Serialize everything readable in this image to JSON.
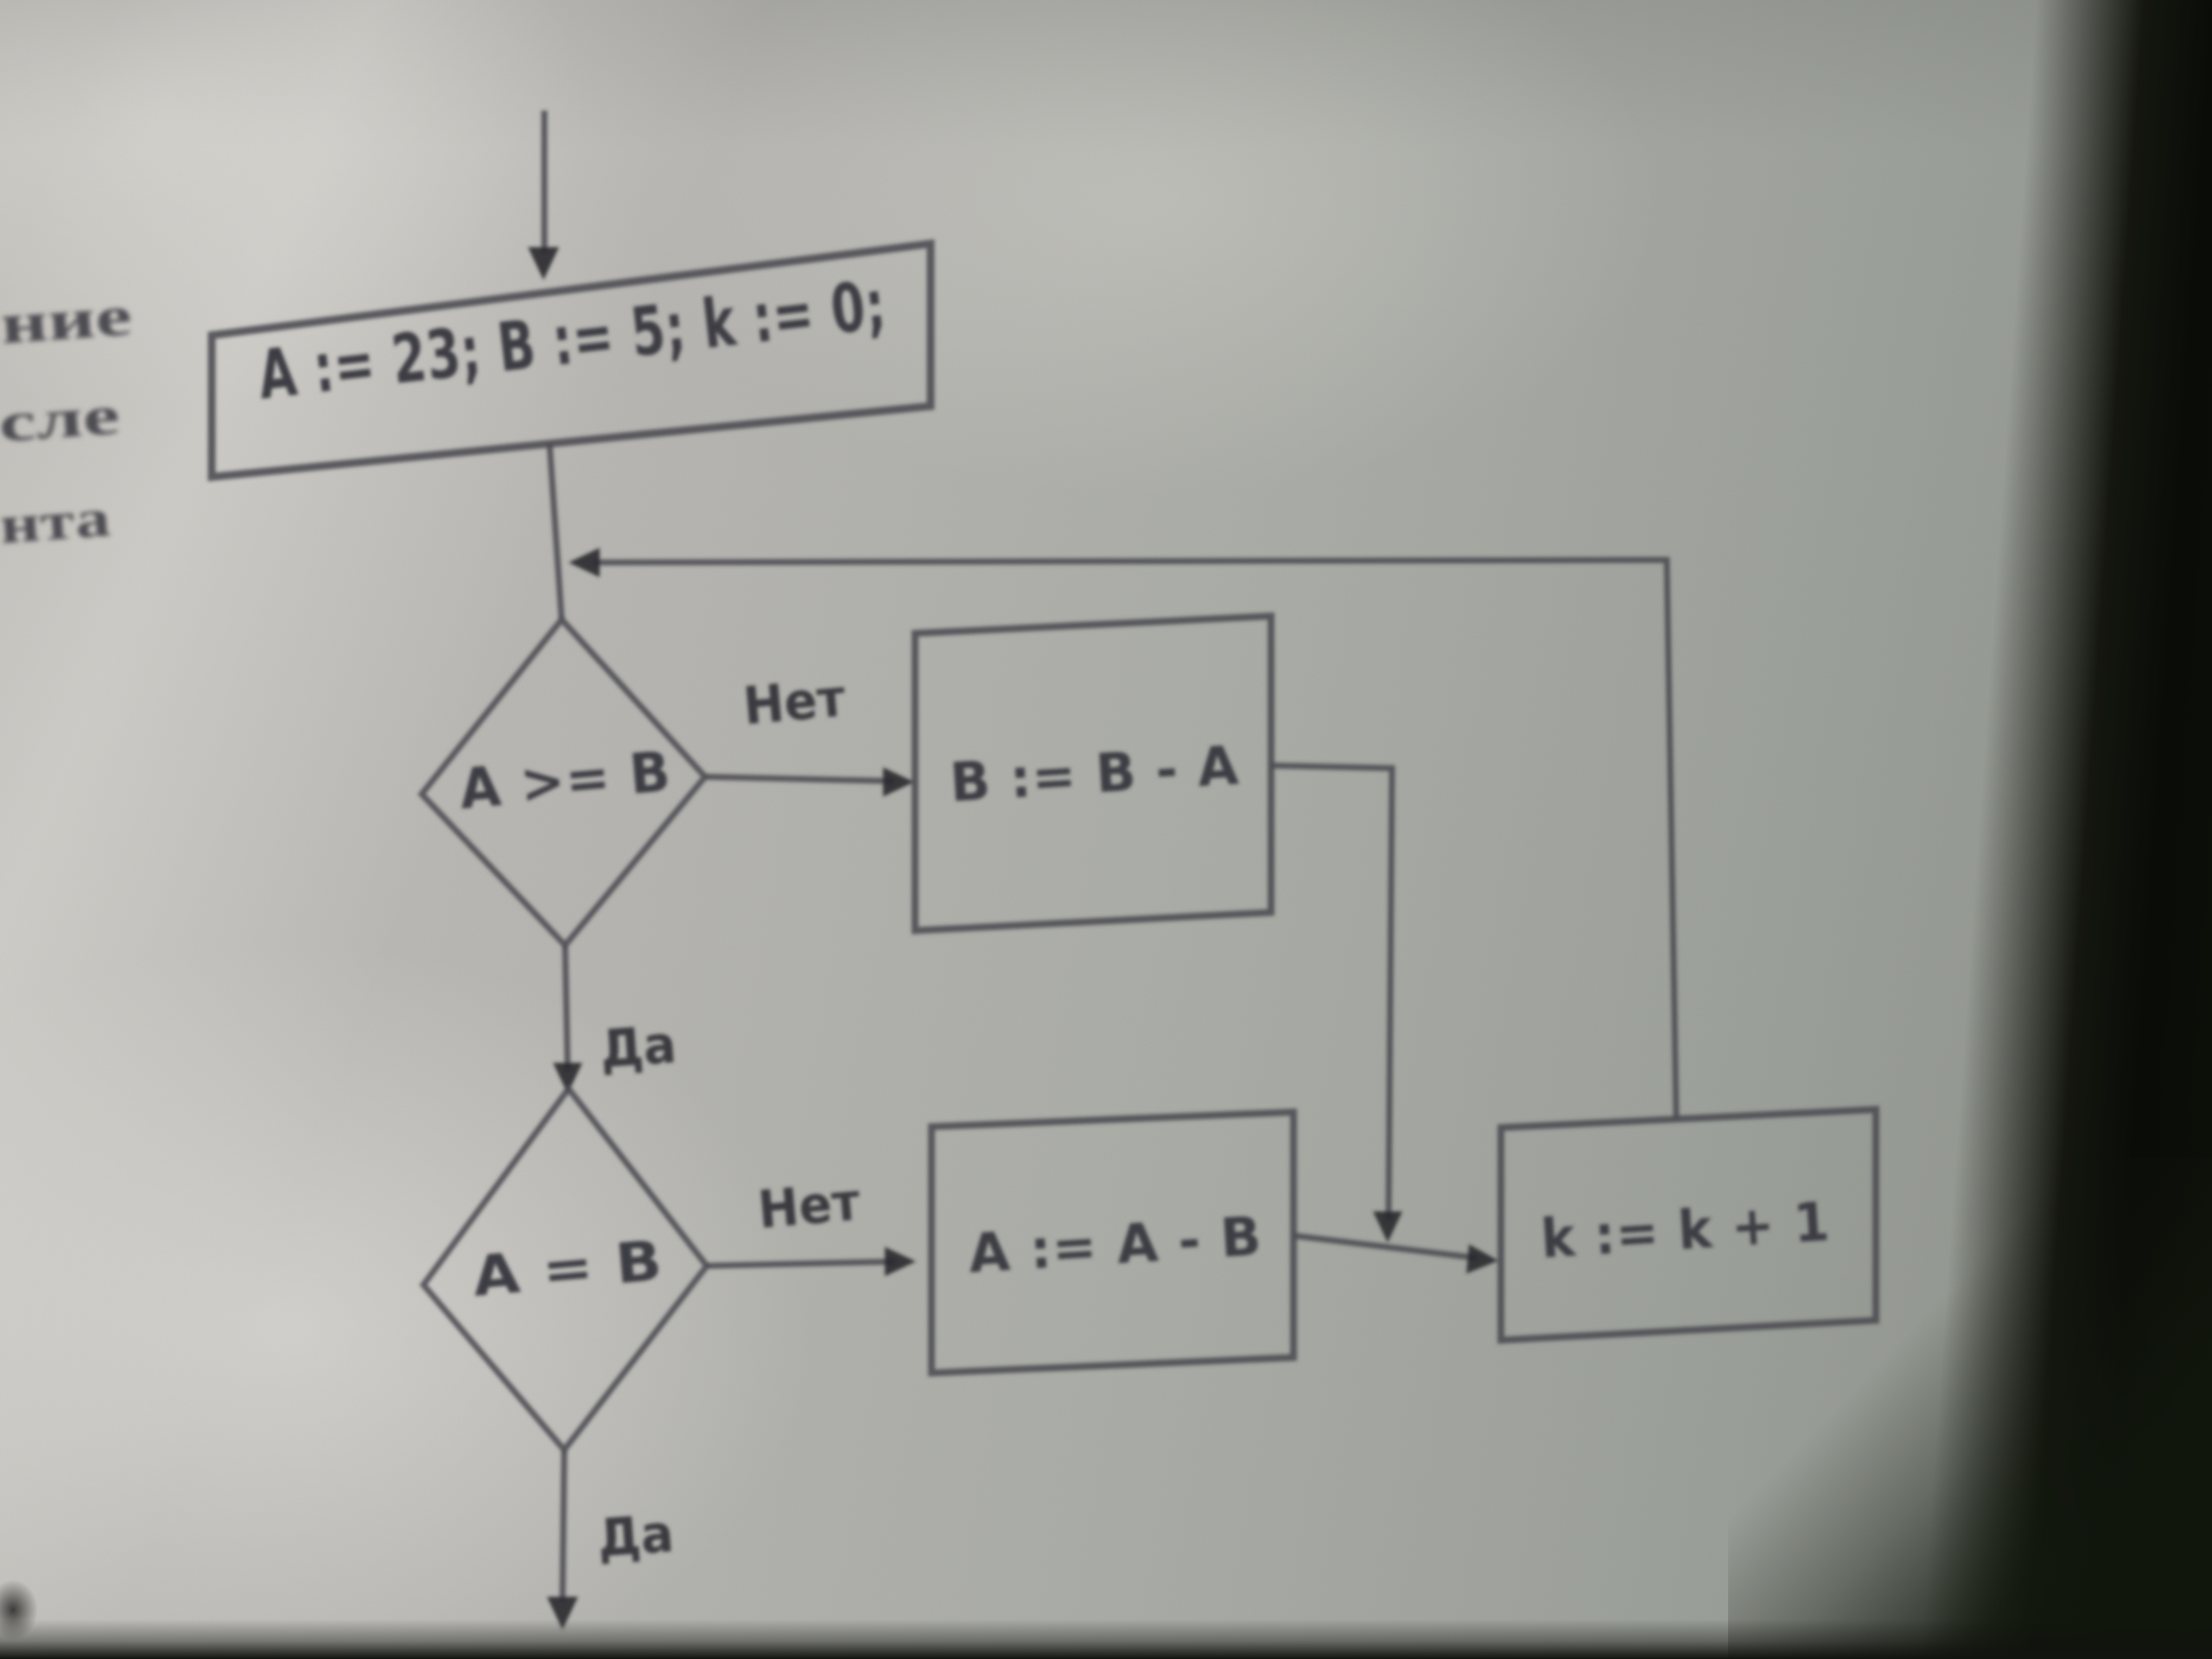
{
  "photo": {
    "margin_fragments": [
      "ние",
      "сле",
      "нта"
    ],
    "paper_color": "#b3b2ae",
    "ink_color": "#4c4c52",
    "edge_shadow_color": "#0c0e09"
  },
  "flowchart": {
    "init_label": "A := 23; B := 5; k := 0;",
    "decision1_label": "A >= B",
    "decision2_label": "A = B",
    "box_b_label": "B := B - A",
    "box_a_label": "A := A - B",
    "box_k_label": "k := k + 1",
    "no_label_1": "Нет",
    "no_label_2": "Нет",
    "yes_label_1": "Да",
    "yes_label_2": "Да"
  }
}
